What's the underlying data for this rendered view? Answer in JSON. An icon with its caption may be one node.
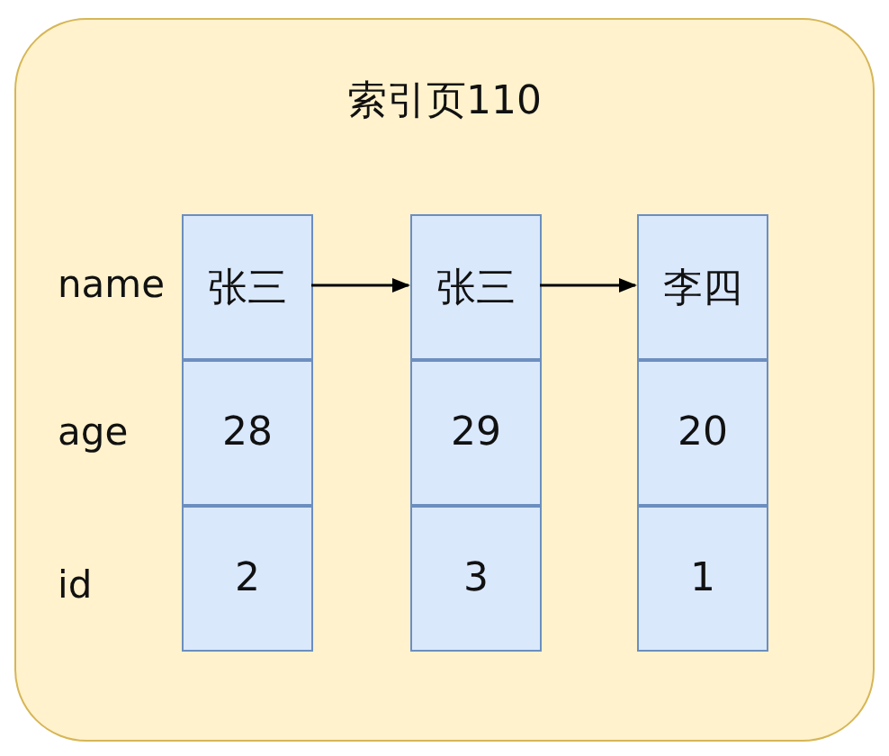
{
  "diagram": {
    "nodes": [
      {
        "text": [
          "索引页110"
        ]
      },
      {
        "text": [
          "张三"
        ],
        "in": 0
      },
      {
        "text": [
          "张三"
        ],
        "in": 0
      },
      {
        "text": [
          "李四"
        ],
        "in": 0
      },
      {
        "text": [
          "28"
        ],
        "in": 0
      },
      {
        "text": [
          "29"
        ],
        "in": 0
      },
      {
        "text": [
          "20"
        ],
        "in": 0
      },
      {
        "text": [
          "2"
        ],
        "in": 0
      },
      {
        "text": [
          "3"
        ],
        "in": 0
      },
      {
        "text": [
          "1"
        ],
        "in": 0
      }
    ],
    "edges": [
      {
        "from": 1,
        "to": 2,
        "arrow": "to"
      },
      {
        "from": 2,
        "to": 3,
        "arrow": "to"
      }
    ],
    "labels": [
      "name",
      "age",
      "id"
    ]
  }
}
